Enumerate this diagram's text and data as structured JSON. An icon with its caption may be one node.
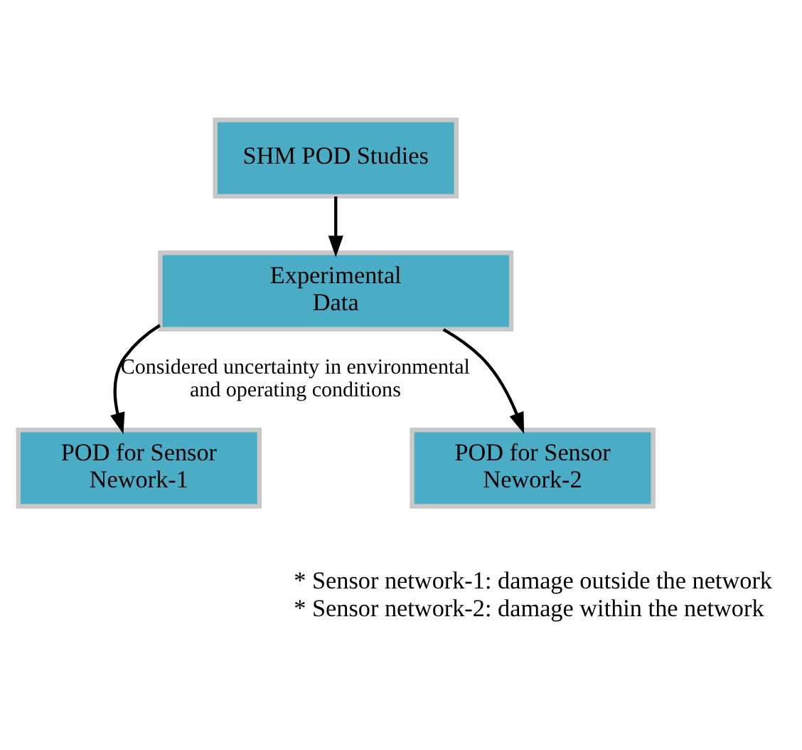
{
  "diagram": {
    "nodes": [
      {
        "text": [
          "SHM POD Studies"
        ]
      },
      {
        "text": [
          "Experimental Data"
        ]
      },
      {
        "text": [
          "POD for Sensor Nework-1"
        ]
      },
      {
        "text": [
          "POD for Sensor Nework-2"
        ]
      }
    ],
    "edges": [
      {
        "from": 0,
        "to": 1,
        "arrow": "to"
      },
      {
        "from": 1,
        "to": 2,
        "arrow": "to",
        "label": "Considered uncertainty in environmental and operating conditions"
      },
      {
        "from": 1,
        "to": 3,
        "arrow": "to"
      }
    ],
    "labels": [
      "* Sensor network-1: damage outside the network",
      "* Sensor network-2: damage within the network"
    ]
  }
}
